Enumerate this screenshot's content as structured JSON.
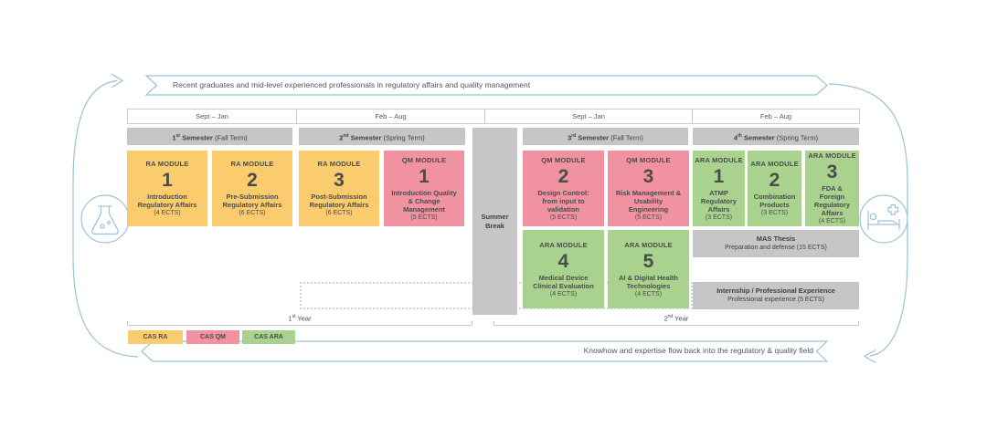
{
  "banners": {
    "top": "Recent graduates and mid-level experienced professionals in regulatory affairs and quality management",
    "bottom": "Knowhow and expertise flow back into the regulatory & quality field"
  },
  "timeline": [
    "Sept – Jan",
    "Feb – Aug",
    "Sept – Jan",
    "Feb – Aug"
  ],
  "semesters": [
    {
      "num": "1",
      "sup": "st",
      "name": " Semester ",
      "term": "(Fall Term)"
    },
    {
      "num": "2",
      "sup": "nd",
      "name": " Semester ",
      "term": "(Spring Term)"
    },
    {
      "num": "3",
      "sup": "rd",
      "name": " Semester ",
      "term": "(Fall Term)"
    },
    {
      "num": "4",
      "sup": "th",
      "name": " Semester ",
      "term": "(Spring Term)"
    }
  ],
  "summer_break": "Summer Break",
  "modules": [
    {
      "track": "RA MODULE",
      "number": "1",
      "title": "Introduction Regulatory Affairs",
      "ects": "(4 ECTS)"
    },
    {
      "track": "RA MODULE",
      "number": "2",
      "title": "Pre-Submission Regulatory Affairs",
      "ects": "(6 ECTS)"
    },
    {
      "track": "RA MODULE",
      "number": "3",
      "title": "Post-Submission Regulatory Affairs",
      "ects": "(6 ECTS)"
    },
    {
      "track": "QM MODULE",
      "number": "1",
      "title": "Introduction Quality & Change Management",
      "ects": "(5 ECTS)"
    },
    {
      "track": "QM MODULE",
      "number": "2",
      "title": "Design Control: from input to validation",
      "ects": "(5 ECTS)"
    },
    {
      "track": "QM MODULE",
      "number": "3",
      "title": "Risk Management & Usability Engineering",
      "ects": "(5 ECTS)"
    },
    {
      "track": "ARA MODULE",
      "number": "1",
      "title": "ATMP Regulatory Affairs",
      "ects": "(3 ECTS)"
    },
    {
      "track": "ARA MODULE",
      "number": "2",
      "title": "Combination Products",
      "ects": "(3 ECTS)"
    },
    {
      "track": "ARA MODULE",
      "number": "3",
      "title": "FDA & Foreign Regulatory Affairs",
      "ects": "(4 ECTS)"
    },
    {
      "track": "ARA MODULE",
      "number": "4",
      "title": "Medical Device Clinical Evaluation",
      "ects": "(4 ECTS)"
    },
    {
      "track": "ARA MODULE",
      "number": "5",
      "title": "AI & Digital Health Technologies",
      "ects": "(4 ECTS)"
    }
  ],
  "special": {
    "mas": {
      "title": "MAS Thesis",
      "subtitle": "Preparation and defense (15 ECTS)"
    },
    "internship": {
      "title": "Internship / Professional Experience",
      "subtitle": "Professional experience (5 ECTS)"
    }
  },
  "years": [
    {
      "num": "1",
      "sup": "st",
      "label": " Year"
    },
    {
      "num": "2",
      "sup": "nd",
      "label": " Year"
    }
  ],
  "legend": [
    {
      "label": "CAS RA",
      "color": "#facc6d"
    },
    {
      "label": "CAS QM",
      "color": "#f192a0"
    },
    {
      "label": "CAS ARA",
      "color": "#a9d28f"
    }
  ],
  "icons": {
    "left": "flask-icon",
    "right": "hospital-bed-icon"
  },
  "colors": {
    "ra": "#facc6d",
    "qm": "#f192a0",
    "ara": "#a9d28f",
    "gray": "#c6c6c6",
    "arrow_blue": "#9cc1db"
  }
}
